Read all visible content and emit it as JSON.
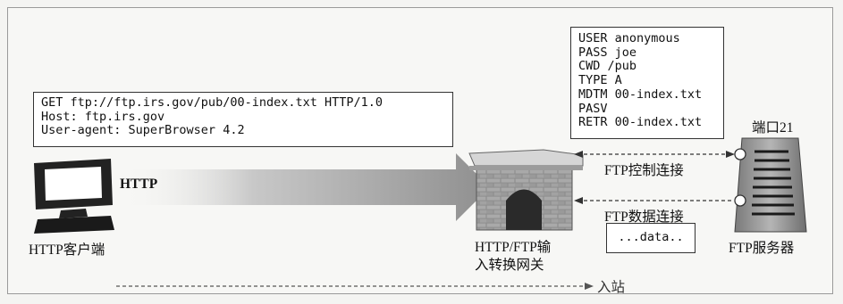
{
  "request": {
    "lines": [
      "GET ftp://ftp.irs.gov/pub/00-index.txt HTTP/1.0",
      "Host: ftp.irs.gov",
      "User-agent: SuperBrowser 4.2"
    ]
  },
  "ftp_commands": [
    "USER anonymous",
    "PASS joe",
    "CWD /pub",
    "TYPE A",
    "MDTM 00-index.txt",
    "PASV",
    "RETR 00-index.txt"
  ],
  "labels": {
    "http": "HTTP",
    "client": "HTTP客户端",
    "gateway_line1": "HTTP/FTP输",
    "gateway_line2": "入转换网关",
    "port": "端口21",
    "control_conn": "FTP控制连接",
    "data_conn": "FTP数据连接",
    "data_box": "...data..",
    "server": "FTP服务器",
    "inbound": "入站"
  }
}
